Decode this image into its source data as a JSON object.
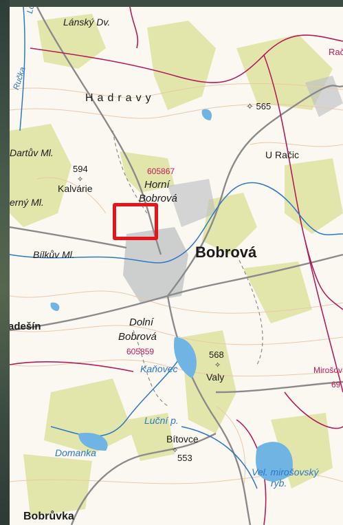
{
  "labels": {
    "lansky_dvur": "Lánský Dv.",
    "loucka": "Loučka",
    "rucka": "Ručka",
    "raclc": "Rač",
    "hadravy": "Hadravy",
    "peak_565": "565",
    "dartuv_mlyn": "Dartův Ml.",
    "u_racic": "U Račic",
    "peak_594": "594",
    "kalvarie": "Kalvárie",
    "code_605867": "605867",
    "horni": "Horní",
    "bobrova_upper": "Bobrová",
    "cerny_mlyn": "erný Ml.",
    "bilkuv_mlyn": "Bílkův Ml.",
    "bobrova_main": "Bobrová",
    "adesin": "adešín",
    "dolni": "Dolní",
    "bobrova_lower": "Bobrová",
    "code_605859": "605859",
    "peak_568": "568",
    "kanovec": "Kaňovec",
    "valy": "Valy",
    "mirosov": "Mirošov",
    "code_69": "69",
    "lucni_potok": "Luční p.",
    "bitovce": "Bítovce",
    "peak_553": "553",
    "domanka": "Domanka",
    "vel_mirosovsky": "Vel. mirošovský",
    "ryb": "ryb.",
    "bobruvka": "Bobrůvka"
  },
  "colors": {
    "paper": "#fbf8f1",
    "forest": "#e4e6ad",
    "water": "#2a78c8",
    "lake": "#6fb4e3",
    "boundary": "#b31c5c",
    "road": "#7a7a7a",
    "selection": "#e8141c"
  }
}
